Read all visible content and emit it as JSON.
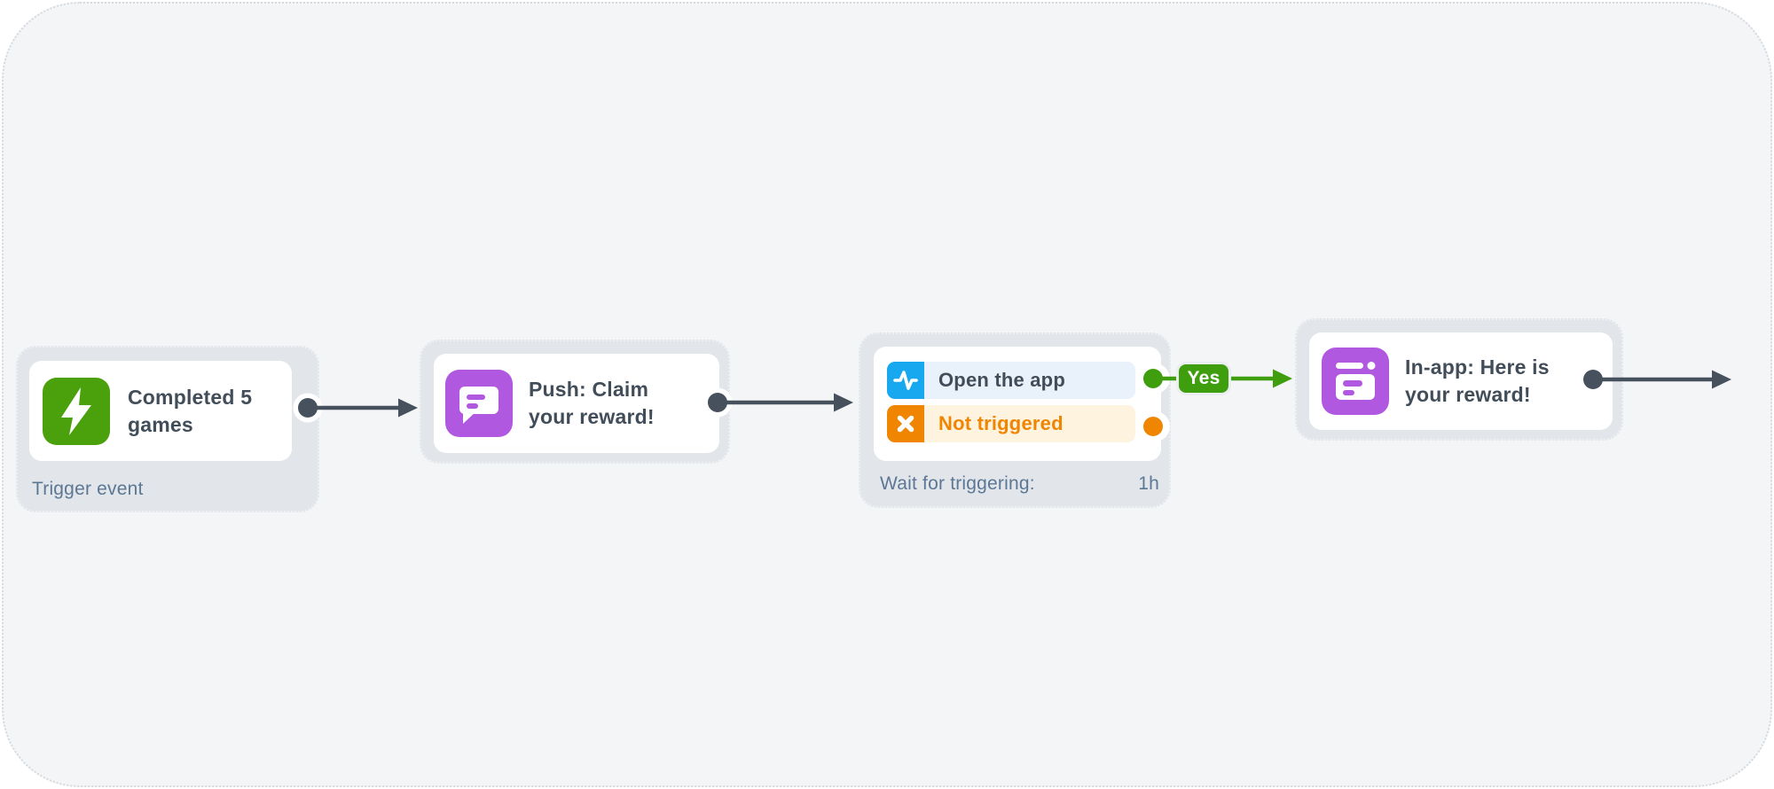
{
  "colors": {
    "canvas_bg": "#f4f5f6",
    "card_bg": "#e2e6ea",
    "title_text": "#424d5a",
    "caption_text": "#5c7795",
    "connector_dark": "#47515d",
    "green": "#3f9e0e",
    "blue": "#17a8f0",
    "purple": "#b158e1",
    "orange": "#ef8500",
    "row_open_bg": "#e9f1fb",
    "row_not_triggered_bg": "#fdf3de"
  },
  "nodes": [
    {
      "type": "trigger-event",
      "title": "Completed 5 games",
      "caption": "Trigger event",
      "icon": "lightning-icon"
    },
    {
      "type": "push-message",
      "title": "Push: Claim your reward!",
      "icon": "push-message-icon"
    },
    {
      "type": "wait-for-trigger",
      "rows": [
        {
          "label": "Open the app",
          "icon": "app-activity-icon"
        },
        {
          "label": "Not triggered",
          "icon": "cross-icon"
        }
      ],
      "caption_label": "Wait for triggering:",
      "caption_value": "1h"
    },
    {
      "type": "inapp-message",
      "title": "In-app: Here is your reward!",
      "icon": "inapp-message-icon"
    }
  ],
  "edges": {
    "yes_label": "Yes"
  }
}
